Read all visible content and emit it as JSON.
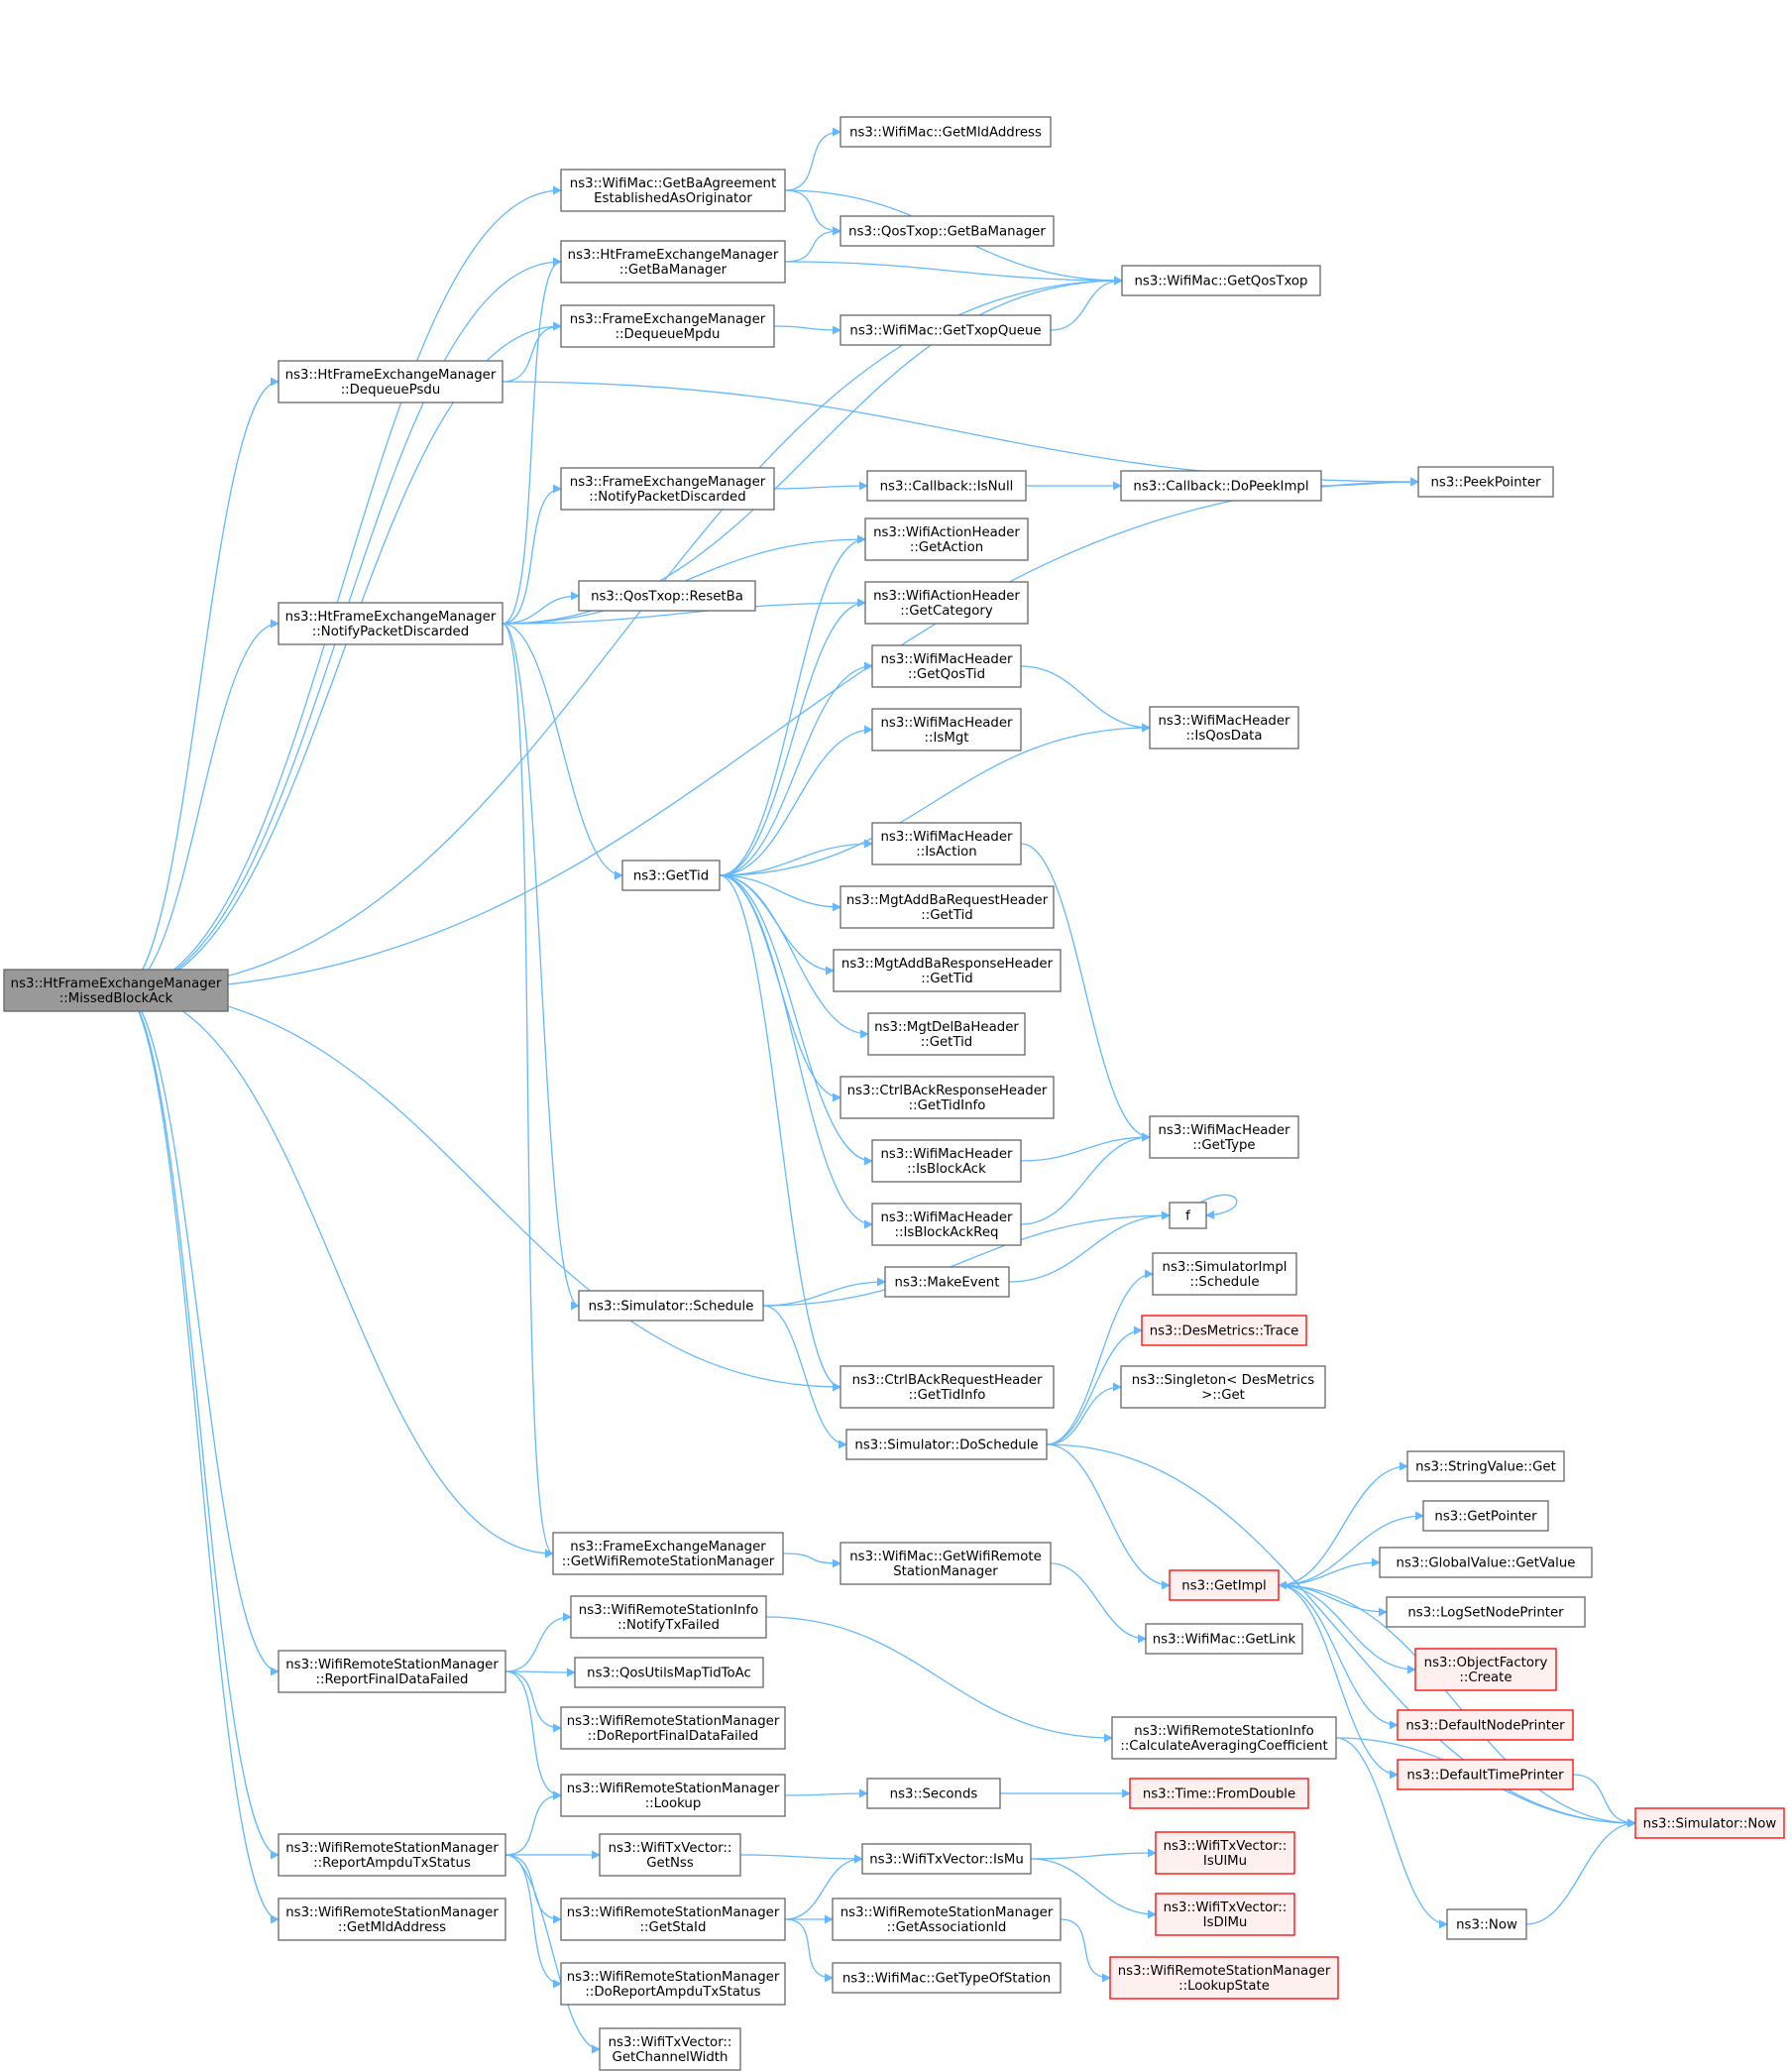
{
  "colors": {
    "edge": "#63b8ff",
    "node_fill": "#ffffff",
    "node_stroke": "#666666",
    "root_fill": "#999999",
    "root_stroke": "#666666",
    "trunc_fill": "#fff0f0",
    "trunc_stroke": "#ff0000",
    "text": "#000000"
  },
  "nodes": [
    {
      "id": "root",
      "style": "root",
      "lines": [
        "ns3::HtFrameExchangeManager",
        "::MissedBlockAck"
      ]
    },
    {
      "id": "getMldAddress",
      "style": "normal",
      "lines": [
        "ns3::WifiMac::GetMldAddress"
      ]
    },
    {
      "id": "getBaAgreement",
      "style": "normal",
      "lines": [
        "ns3::WifiMac::GetBaAgreement",
        "EstablishedAsOriginator"
      ]
    },
    {
      "id": "qosGetBaManager",
      "style": "normal",
      "lines": [
        "ns3::QosTxop::GetBaManager"
      ]
    },
    {
      "id": "htGetBaManager",
      "style": "normal",
      "lines": [
        "ns3::HtFrameExchangeManager",
        "::GetBaManager"
      ]
    },
    {
      "id": "getQosTxop",
      "style": "normal",
      "lines": [
        "ns3::WifiMac::GetQosTxop"
      ]
    },
    {
      "id": "dequeueMpdu",
      "style": "normal",
      "lines": [
        "ns3::FrameExchangeManager",
        "::DequeueMpdu"
      ]
    },
    {
      "id": "getTxopQueue",
      "style": "normal",
      "lines": [
        "ns3::WifiMac::GetTxopQueue"
      ]
    },
    {
      "id": "dequeuePsdu",
      "style": "normal",
      "lines": [
        "ns3::HtFrameExchangeManager",
        "::DequeuePsdu"
      ]
    },
    {
      "id": "peekPointer",
      "style": "normal",
      "lines": [
        "ns3::PeekPointer"
      ]
    },
    {
      "id": "femNotify",
      "style": "normal",
      "lines": [
        "ns3::FrameExchangeManager",
        "::NotifyPacketDiscarded"
      ]
    },
    {
      "id": "cbIsNull",
      "style": "normal",
      "lines": [
        "ns3::Callback::IsNull"
      ]
    },
    {
      "id": "cbDoPeek",
      "style": "normal",
      "lines": [
        "ns3::Callback::DoPeekImpl"
      ]
    },
    {
      "id": "getAction",
      "style": "normal",
      "lines": [
        "ns3::WifiActionHeader",
        "::GetAction"
      ]
    },
    {
      "id": "resetBa",
      "style": "normal",
      "lines": [
        "ns3::QosTxop::ResetBa"
      ]
    },
    {
      "id": "htNotify",
      "style": "normal",
      "lines": [
        "ns3::HtFrameExchangeManager",
        "::NotifyPacketDiscarded"
      ]
    },
    {
      "id": "getCategory",
      "style": "normal",
      "lines": [
        "ns3::WifiActionHeader",
        "::GetCategory"
      ]
    },
    {
      "id": "getQosTid",
      "style": "normal",
      "lines": [
        "ns3::WifiMacHeader",
        "::GetQosTid"
      ]
    },
    {
      "id": "isQosData",
      "style": "normal",
      "lines": [
        "ns3::WifiMacHeader",
        "::IsQosData"
      ]
    },
    {
      "id": "isMgt",
      "style": "normal",
      "lines": [
        "ns3::WifiMacHeader",
        "::IsMgt"
      ]
    },
    {
      "id": "isAction",
      "style": "normal",
      "lines": [
        "ns3::WifiMacHeader",
        "::IsAction"
      ]
    },
    {
      "id": "getTid",
      "style": "normal",
      "lines": [
        "ns3::GetTid"
      ]
    },
    {
      "id": "addBaReqTid",
      "style": "normal",
      "lines": [
        "ns3::MgtAddBaRequestHeader",
        "::GetTid"
      ]
    },
    {
      "id": "addBaRespTid",
      "style": "normal",
      "lines": [
        "ns3::MgtAddBaResponseHeader",
        "::GetTid"
      ]
    },
    {
      "id": "delBaTid",
      "style": "normal",
      "lines": [
        "ns3::MgtDelBaHeader",
        "::GetTid"
      ]
    },
    {
      "id": "ctrlRespTid",
      "style": "normal",
      "lines": [
        "ns3::CtrlBAckResponseHeader",
        "::GetTidInfo"
      ]
    },
    {
      "id": "getType",
      "style": "normal",
      "lines": [
        "ns3::WifiMacHeader",
        "::GetType"
      ]
    },
    {
      "id": "isBlockAck",
      "style": "normal",
      "lines": [
        "ns3::WifiMacHeader",
        "::IsBlockAck"
      ]
    },
    {
      "id": "isBlockAckReq",
      "style": "normal",
      "lines": [
        "ns3::WifiMacHeader",
        "::IsBlockAckReq"
      ]
    },
    {
      "id": "f",
      "style": "normal",
      "lines": [
        "f"
      ]
    },
    {
      "id": "simImplSchedule",
      "style": "normal",
      "lines": [
        "ns3::SimulatorImpl",
        "::Schedule"
      ]
    },
    {
      "id": "makeEvent",
      "style": "normal",
      "lines": [
        "ns3::MakeEvent"
      ]
    },
    {
      "id": "simSchedule",
      "style": "normal",
      "lines": [
        "ns3::Simulator::Schedule"
      ]
    },
    {
      "id": "desTrace",
      "style": "trunc",
      "lines": [
        "ns3::DesMetrics::Trace"
      ]
    },
    {
      "id": "singletonGet",
      "style": "normal",
      "lines": [
        "ns3::Singleton< DesMetrics",
        ">::Get"
      ]
    },
    {
      "id": "ctrlReqTid",
      "style": "normal",
      "lines": [
        "ns3::CtrlBAckRequestHeader",
        "::GetTidInfo"
      ]
    },
    {
      "id": "doSchedule",
      "style": "normal",
      "lines": [
        "ns3::Simulator::DoSchedule"
      ]
    },
    {
      "id": "stringGet",
      "style": "normal",
      "lines": [
        "ns3::StringValue::Get"
      ]
    },
    {
      "id": "getPointer",
      "style": "normal",
      "lines": [
        "ns3::GetPointer"
      ]
    },
    {
      "id": "getImpl",
      "style": "trunc",
      "lines": [
        "ns3::GetImpl"
      ]
    },
    {
      "id": "globalGetValue",
      "style": "normal",
      "lines": [
        "ns3::GlobalValue::GetValue"
      ]
    },
    {
      "id": "femGetWrsm",
      "style": "normal",
      "lines": [
        "ns3::FrameExchangeManager",
        "::GetWifiRemoteStationManager"
      ]
    },
    {
      "id": "macGetWrsm",
      "style": "normal",
      "lines": [
        "ns3::WifiMac::GetWifiRemote",
        "StationManager"
      ]
    },
    {
      "id": "logSetNode",
      "style": "normal",
      "lines": [
        "ns3::LogSetNodePrinter"
      ]
    },
    {
      "id": "getLink",
      "style": "normal",
      "lines": [
        "ns3::WifiMac::GetLink"
      ]
    },
    {
      "id": "notifyTxFailed",
      "style": "normal",
      "lines": [
        "ns3::WifiRemoteStationInfo",
        "::NotifyTxFailed"
      ]
    },
    {
      "id": "objFactoryCreate",
      "style": "trunc",
      "lines": [
        "ns3::ObjectFactory",
        "::Create"
      ]
    },
    {
      "id": "reportFinal",
      "style": "normal",
      "lines": [
        "ns3::WifiRemoteStationManager",
        "::ReportFinalDataFailed"
      ]
    },
    {
      "id": "qosUtilsMap",
      "style": "normal",
      "lines": [
        "ns3::QosUtilsMapTidToAc"
      ]
    },
    {
      "id": "doReportFinal",
      "style": "normal",
      "lines": [
        "ns3::WifiRemoteStationManager",
        "::DoReportFinalDataFailed"
      ]
    },
    {
      "id": "defaultNode",
      "style": "trunc",
      "lines": [
        "ns3::DefaultNodePrinter"
      ]
    },
    {
      "id": "calcAvg",
      "style": "normal",
      "lines": [
        "ns3::WifiRemoteStationInfo",
        "::CalculateAveragingCoefficient"
      ]
    },
    {
      "id": "defaultTime",
      "style": "trunc",
      "lines": [
        "ns3::DefaultTimePrinter"
      ]
    },
    {
      "id": "lookup",
      "style": "normal",
      "lines": [
        "ns3::WifiRemoteStationManager",
        "::Lookup"
      ]
    },
    {
      "id": "seconds",
      "style": "normal",
      "lines": [
        "ns3::Seconds"
      ]
    },
    {
      "id": "fromDouble",
      "style": "trunc",
      "lines": [
        "ns3::Time::FromDouble"
      ]
    },
    {
      "id": "simNow",
      "style": "trunc",
      "lines": [
        "ns3::Simulator::Now"
      ]
    },
    {
      "id": "reportAmpdu",
      "style": "normal",
      "lines": [
        "ns3::WifiRemoteStationManager",
        "::ReportAmpduTxStatus"
      ]
    },
    {
      "id": "getNss",
      "style": "normal",
      "lines": [
        "ns3::WifiTxVector::",
        "GetNss"
      ]
    },
    {
      "id": "isMu",
      "style": "normal",
      "lines": [
        "ns3::WifiTxVector::IsMu"
      ]
    },
    {
      "id": "isUlMu",
      "style": "trunc",
      "lines": [
        "ns3::WifiTxVector::",
        "IsUlMu"
      ]
    },
    {
      "id": "wrsmGetMld",
      "style": "normal",
      "lines": [
        "ns3::WifiRemoteStationManager",
        "::GetMldAddress"
      ]
    },
    {
      "id": "getStaId",
      "style": "normal",
      "lines": [
        "ns3::WifiRemoteStationManager",
        "::GetStaId"
      ]
    },
    {
      "id": "getAssocId",
      "style": "normal",
      "lines": [
        "ns3::WifiRemoteStationManager",
        "::GetAssociationId"
      ]
    },
    {
      "id": "isDlMu",
      "style": "trunc",
      "lines": [
        "ns3::WifiTxVector::",
        "IsDlMu"
      ]
    },
    {
      "id": "nowFn",
      "style": "normal",
      "lines": [
        "ns3::Now"
      ]
    },
    {
      "id": "getTypeOfStation",
      "style": "normal",
      "lines": [
        "ns3::WifiMac::GetTypeOfStation"
      ]
    },
    {
      "id": "lookupState",
      "style": "trunc",
      "lines": [
        "ns3::WifiRemoteStationManager",
        "::LookupState"
      ]
    },
    {
      "id": "doReportAmpdu",
      "style": "normal",
      "lines": [
        "ns3::WifiRemoteStationManager",
        "::DoReportAmpduTxStatus"
      ]
    },
    {
      "id": "getChannelWidth",
      "style": "normal",
      "lines": [
        "ns3::WifiTxVector::",
        "GetChannelWidth"
      ]
    }
  ],
  "edges": [
    [
      "root",
      "getQosTxop"
    ],
    [
      "root",
      "getBaAgreement"
    ],
    [
      "root",
      "htGetBaManager"
    ],
    [
      "root",
      "dequeueMpdu"
    ],
    [
      "root",
      "dequeuePsdu"
    ],
    [
      "root",
      "htNotify"
    ],
    [
      "root",
      "ctrlReqTid"
    ],
    [
      "root",
      "peekPointer"
    ],
    [
      "root",
      "femGetWrsm"
    ],
    [
      "root",
      "reportFinal"
    ],
    [
      "root",
      "reportAmpdu"
    ],
    [
      "root",
      "wrsmGetMld"
    ],
    [
      "getBaAgreement",
      "getMldAddress"
    ],
    [
      "getBaAgreement",
      "qosGetBaManager"
    ],
    [
      "getBaAgreement",
      "getQosTxop"
    ],
    [
      "htGetBaManager",
      "qosGetBaManager"
    ],
    [
      "htGetBaManager",
      "getQosTxop"
    ],
    [
      "dequeueMpdu",
      "getTxopQueue"
    ],
    [
      "getTxopQueue",
      "getQosTxop"
    ],
    [
      "dequeuePsdu",
      "dequeueMpdu"
    ],
    [
      "dequeuePsdu",
      "peekPointer"
    ],
    [
      "femNotify",
      "cbIsNull"
    ],
    [
      "cbIsNull",
      "cbDoPeek"
    ],
    [
      "cbDoPeek",
      "peekPointer"
    ],
    [
      "htNotify",
      "htGetBaManager"
    ],
    [
      "htNotify",
      "getQosTxop"
    ],
    [
      "htNotify",
      "femNotify"
    ],
    [
      "htNotify",
      "getAction"
    ],
    [
      "htNotify",
      "resetBa"
    ],
    [
      "htNotify",
      "getCategory"
    ],
    [
      "htNotify",
      "getTid"
    ],
    [
      "htNotify",
      "simSchedule"
    ],
    [
      "htNotify",
      "femGetWrsm"
    ],
    [
      "getTid",
      "getAction"
    ],
    [
      "getTid",
      "getCategory"
    ],
    [
      "getTid",
      "getQosTid"
    ],
    [
      "getTid",
      "isMgt"
    ],
    [
      "getTid",
      "isQosData"
    ],
    [
      "getTid",
      "isAction"
    ],
    [
      "getTid",
      "addBaReqTid"
    ],
    [
      "getTid",
      "addBaRespTid"
    ],
    [
      "getTid",
      "delBaTid"
    ],
    [
      "getTid",
      "ctrlRespTid"
    ],
    [
      "getTid",
      "isBlockAck"
    ],
    [
      "getTid",
      "isBlockAckReq"
    ],
    [
      "getTid",
      "ctrlReqTid"
    ],
    [
      "getQosTid",
      "isQosData"
    ],
    [
      "isAction",
      "getType"
    ],
    [
      "isBlockAck",
      "getType"
    ],
    [
      "isBlockAckReq",
      "getType"
    ],
    [
      "f",
      "f"
    ],
    [
      "simSchedule",
      "makeEvent"
    ],
    [
      "simSchedule",
      "f"
    ],
    [
      "simSchedule",
      "doSchedule"
    ],
    [
      "makeEvent",
      "f"
    ],
    [
      "doSchedule",
      "simImplSchedule"
    ],
    [
      "doSchedule",
      "desTrace"
    ],
    [
      "doSchedule",
      "singletonGet"
    ],
    [
      "doSchedule",
      "simNow"
    ],
    [
      "doSchedule",
      "getImpl"
    ],
    [
      "getImpl",
      "stringGet"
    ],
    [
      "getImpl",
      "getPointer"
    ],
    [
      "getImpl",
      "globalGetValue"
    ],
    [
      "getImpl",
      "logSetNode"
    ],
    [
      "getImpl",
      "objFactoryCreate"
    ],
    [
      "getImpl",
      "defaultNode"
    ],
    [
      "getImpl",
      "defaultTime"
    ],
    [
      "defaultTime",
      "simNow"
    ],
    [
      "simNow",
      "getImpl"
    ],
    [
      "femGetWrsm",
      "macGetWrsm"
    ],
    [
      "macGetWrsm",
      "getLink"
    ],
    [
      "reportFinal",
      "notifyTxFailed"
    ],
    [
      "reportFinal",
      "qosUtilsMap"
    ],
    [
      "reportFinal",
      "doReportFinal"
    ],
    [
      "reportFinal",
      "lookup"
    ],
    [
      "notifyTxFailed",
      "calcAvg"
    ],
    [
      "calcAvg",
      "simNow"
    ],
    [
      "calcAvg",
      "nowFn"
    ],
    [
      "nowFn",
      "simNow"
    ],
    [
      "lookup",
      "seconds"
    ],
    [
      "seconds",
      "fromDouble"
    ],
    [
      "reportAmpdu",
      "lookup"
    ],
    [
      "reportAmpdu",
      "getNss"
    ],
    [
      "reportAmpdu",
      "getStaId"
    ],
    [
      "reportAmpdu",
      "doReportAmpdu"
    ],
    [
      "reportAmpdu",
      "getChannelWidth"
    ],
    [
      "getNss",
      "isMu"
    ],
    [
      "getStaId",
      "isMu"
    ],
    [
      "getStaId",
      "getAssocId"
    ],
    [
      "getStaId",
      "getTypeOfStation"
    ],
    [
      "isMu",
      "isUlMu"
    ],
    [
      "isMu",
      "isDlMu"
    ],
    [
      "getAssocId",
      "lookupState"
    ]
  ]
}
